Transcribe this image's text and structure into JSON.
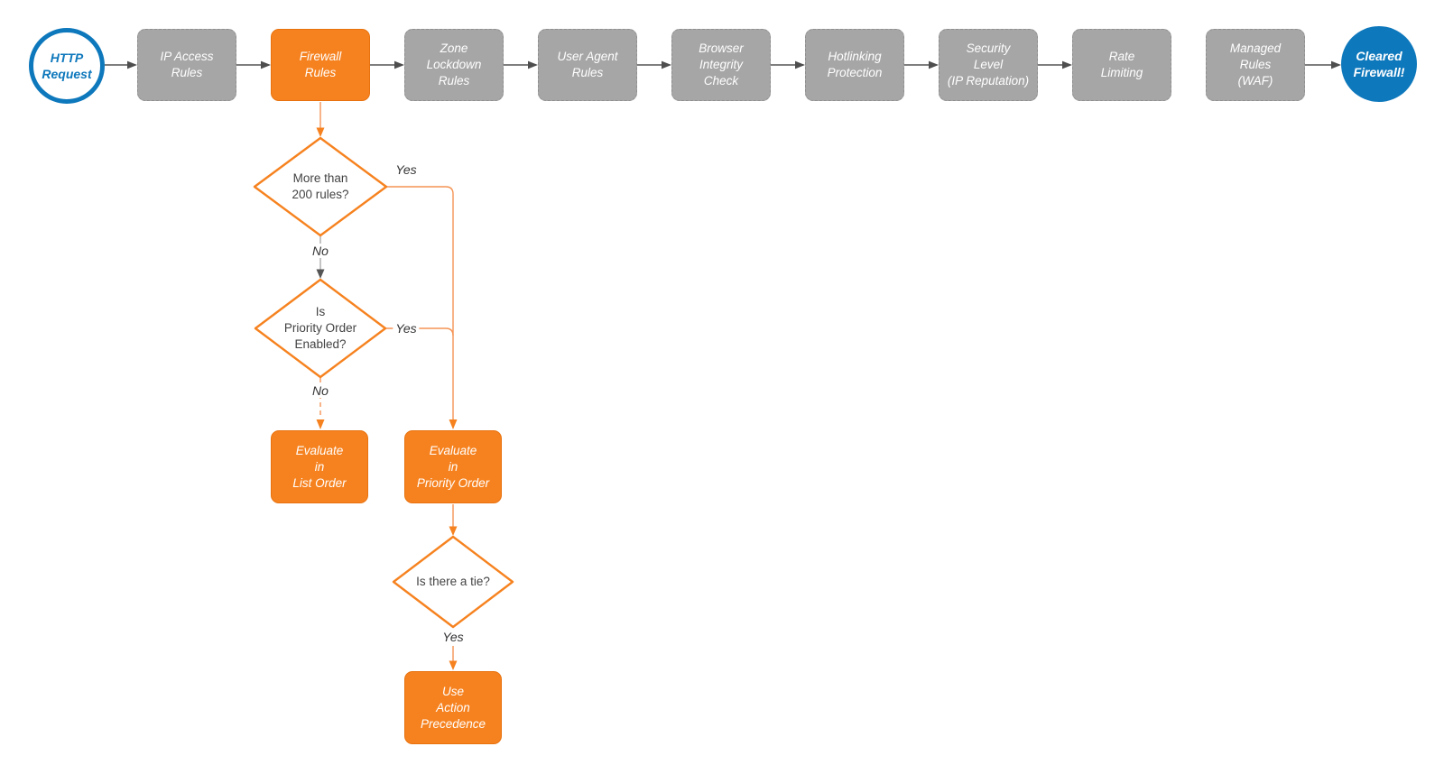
{
  "colors": {
    "accent_orange": "#f6821f",
    "orange_connector": "#f59455",
    "node_gray": "#a6a6a6",
    "accent_blue": "#0e78bc",
    "connector_gray": "#555555",
    "text_dark": "#434343",
    "canvas_bg": "#ffffff"
  },
  "flow": {
    "start": {
      "lines": [
        "HTTP",
        "Request"
      ]
    },
    "stages": [
      {
        "id": "ip-access-rules",
        "lines": [
          "IP Access",
          "Rules"
        ]
      },
      {
        "id": "firewall-rules",
        "lines": [
          "Firewall",
          "Rules"
        ]
      },
      {
        "id": "zone-lockdown-rules",
        "lines": [
          "Zone",
          "Lockdown",
          "Rules"
        ]
      },
      {
        "id": "user-agent-rules",
        "lines": [
          "User Agent",
          "Rules"
        ]
      },
      {
        "id": "browser-integrity-check",
        "lines": [
          "Browser",
          "Integrity",
          "Check"
        ]
      },
      {
        "id": "hotlinking-protection",
        "lines": [
          "Hotlinking",
          "Protection"
        ]
      },
      {
        "id": "security-level-ip-reputation",
        "lines": [
          "Security",
          "Level",
          "(IP Reputation)"
        ]
      },
      {
        "id": "rate-limiting",
        "lines": [
          "Rate",
          "Limiting"
        ]
      },
      {
        "id": "managed-rules-waf",
        "lines": [
          "Managed",
          "Rules",
          "(WAF)"
        ]
      }
    ],
    "end": {
      "lines": [
        "Cleared",
        "Firewall!"
      ]
    },
    "decisions": [
      {
        "id": "more-than-200-rules",
        "lines": [
          "More than",
          "200 rules?"
        ]
      },
      {
        "id": "priority-order-enabled",
        "lines": [
          "Is",
          "Priority Order",
          "Enabled?"
        ]
      },
      {
        "id": "is-there-a-tie",
        "lines": [
          "Is there a tie?"
        ]
      }
    ],
    "actions": [
      {
        "id": "evaluate-in-list-order",
        "lines": [
          "Evaluate",
          "in",
          "List Order"
        ]
      },
      {
        "id": "evaluate-in-priority-order",
        "lines": [
          "Evaluate",
          "in",
          "Priority Order"
        ]
      },
      {
        "id": "use-action-precedence",
        "lines": [
          "Use",
          "Action",
          "Precedence"
        ]
      }
    ],
    "edge_labels": {
      "d1_yes": "Yes",
      "d1_no": "No",
      "d2_yes": "Yes",
      "d2_no": "No",
      "d3_yes": "Yes"
    }
  }
}
